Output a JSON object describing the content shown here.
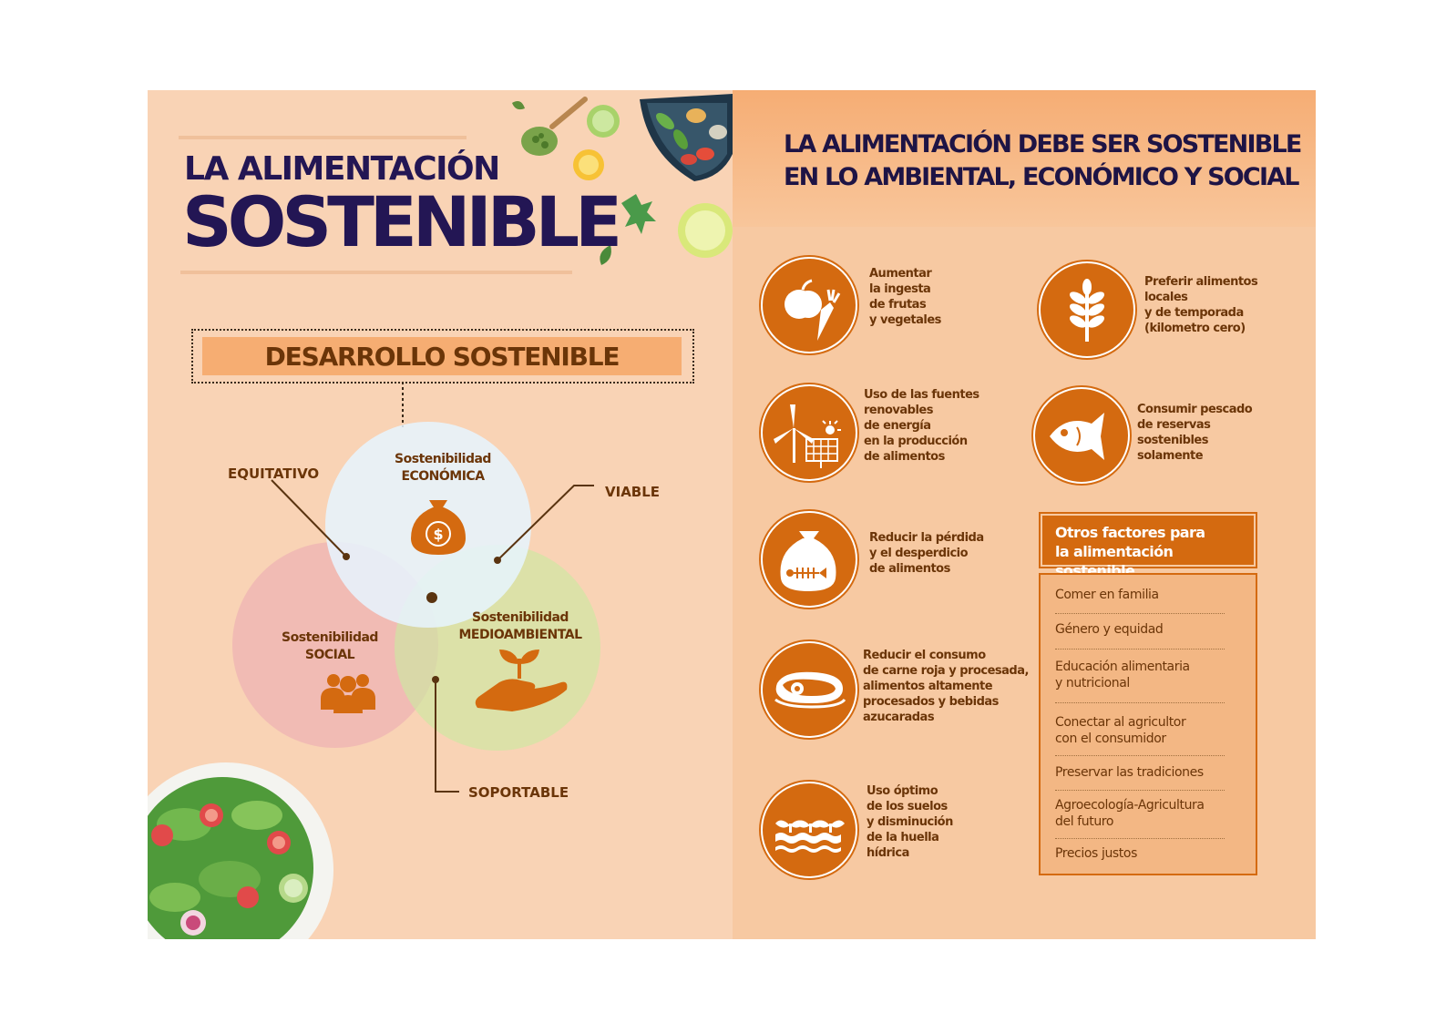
{
  "left": {
    "title_line1": "LA ALIMENTACIÓN",
    "title_line2": "SOSTENIBLE",
    "banner": "DESARROLLO SOSTENIBLE",
    "venn": {
      "economica": {
        "line1": "Sostenibilidad",
        "line2": "ECONÓMICA"
      },
      "social": {
        "line1": "Sostenibilidad",
        "line2": "SOCIAL"
      },
      "medioambiental": {
        "line1": "Sostenibilidad",
        "line2": "MEDIOAMBIENTAL"
      },
      "labels": {
        "equitativo": "EQUITATIVO",
        "viable": "VIABLE",
        "soportable": "SOPORTABLE"
      }
    }
  },
  "right": {
    "heading_line1": "LA ALIMENTACIÓN DEBE SER SOSTENIBLE",
    "heading_line2": "EN LO AMBIENTAL, ECONÓMICO Y SOCIAL",
    "items": [
      {
        "icon": "apple-carrot-icon",
        "text": "Aumentar\nla ingesta\nde frutas\ny vegetales"
      },
      {
        "icon": "wind-solar-icon",
        "text": "Uso de las fuentes\nrenovables\nde energía\nen la producción\nde alimentos"
      },
      {
        "icon": "waste-bag-icon",
        "text": "Reducir la pérdida\ny el desperdicio\nde alimentos"
      },
      {
        "icon": "meat-steak-icon",
        "text": "Reducir el consumo\nde carne roja y procesada,\nalimentos altamente\nprocesados y bebidas\nazucaradas"
      },
      {
        "icon": "soil-sprouts-icon",
        "text": "Uso óptimo\nde los suelos\ny disminución\nde la huella\nhídrica"
      },
      {
        "icon": "wheat-icon",
        "text": "Preferir alimentos\nlocales\ny de temporada\n(kilometro cero)"
      },
      {
        "icon": "fish-icon",
        "text": "Consumir pescado\nde reservas\nsostenibles\nsolamente"
      }
    ],
    "otros": {
      "title": "Otros factores para\nla alimentación sostenible",
      "items": [
        "Comer en familia",
        "Género y equidad",
        "Educación alimentaria\ny nutricional",
        "Conectar al agricultor\ncon el consumidor",
        "Preservar las tradiciones",
        "Agroecología-Agricultura\ndel futuro",
        "Precios justos"
      ]
    }
  },
  "colors": {
    "accent": "#d46a10",
    "navy": "#231654",
    "brown": "#6b3508",
    "peach": "#f9d3b5"
  }
}
